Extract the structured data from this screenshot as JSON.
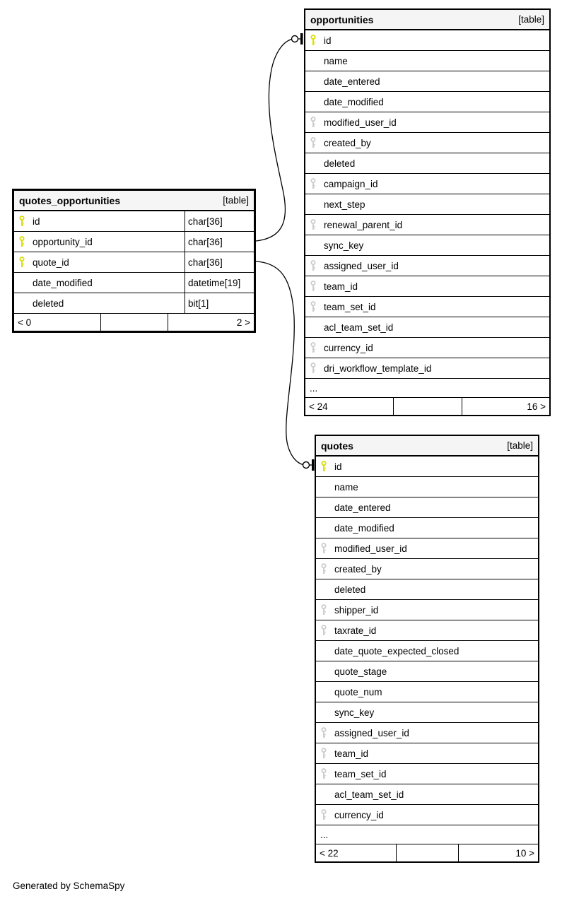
{
  "page": {
    "credit": "Generated by SchemaSpy"
  },
  "colors": {
    "pk_key": "#dcdc00",
    "fk_key": "#cccccc",
    "header_bg": "#f5f5f5",
    "border": "#000000"
  },
  "tables": [
    {
      "id": "quotes_opportunities",
      "name": "quotes_opportunities",
      "tag": "[table]",
      "show_types": true,
      "columns": [
        {
          "name": "id",
          "type": "char[36]",
          "key": "pk"
        },
        {
          "name": "opportunity_id",
          "type": "char[36]",
          "key": "pk"
        },
        {
          "name": "quote_id",
          "type": "char[36]",
          "key": "pk"
        },
        {
          "name": "date_modified",
          "type": "datetime[19]",
          "key": ""
        },
        {
          "name": "deleted",
          "type": "bit[1]",
          "key": ""
        }
      ],
      "ellipsis": "",
      "footer": {
        "left": "< 0",
        "right": "2 >"
      }
    },
    {
      "id": "opportunities",
      "name": "opportunities",
      "tag": "[table]",
      "show_types": false,
      "columns": [
        {
          "name": "id",
          "key": "pk"
        },
        {
          "name": "name",
          "key": ""
        },
        {
          "name": "date_entered",
          "key": ""
        },
        {
          "name": "date_modified",
          "key": ""
        },
        {
          "name": "modified_user_id",
          "key": "fk"
        },
        {
          "name": "created_by",
          "key": "fk"
        },
        {
          "name": "deleted",
          "key": ""
        },
        {
          "name": "campaign_id",
          "key": "fk"
        },
        {
          "name": "next_step",
          "key": ""
        },
        {
          "name": "renewal_parent_id",
          "key": "fk"
        },
        {
          "name": "sync_key",
          "key": ""
        },
        {
          "name": "assigned_user_id",
          "key": "fk"
        },
        {
          "name": "team_id",
          "key": "fk"
        },
        {
          "name": "team_set_id",
          "key": "fk"
        },
        {
          "name": "acl_team_set_id",
          "key": ""
        },
        {
          "name": "currency_id",
          "key": "fk"
        },
        {
          "name": "dri_workflow_template_id",
          "key": "fk"
        }
      ],
      "ellipsis": "...",
      "footer": {
        "left": "< 24",
        "right": "16 >"
      }
    },
    {
      "id": "quotes",
      "name": "quotes",
      "tag": "[table]",
      "show_types": false,
      "columns": [
        {
          "name": "id",
          "key": "pk"
        },
        {
          "name": "name",
          "key": ""
        },
        {
          "name": "date_entered",
          "key": ""
        },
        {
          "name": "date_modified",
          "key": ""
        },
        {
          "name": "modified_user_id",
          "key": "fk"
        },
        {
          "name": "created_by",
          "key": "fk"
        },
        {
          "name": "deleted",
          "key": ""
        },
        {
          "name": "shipper_id",
          "key": "fk"
        },
        {
          "name": "taxrate_id",
          "key": "fk"
        },
        {
          "name": "date_quote_expected_closed",
          "key": ""
        },
        {
          "name": "quote_stage",
          "key": ""
        },
        {
          "name": "quote_num",
          "key": ""
        },
        {
          "name": "sync_key",
          "key": ""
        },
        {
          "name": "assigned_user_id",
          "key": "fk"
        },
        {
          "name": "team_id",
          "key": "fk"
        },
        {
          "name": "team_set_id",
          "key": "fk"
        },
        {
          "name": "acl_team_set_id",
          "key": ""
        },
        {
          "name": "currency_id",
          "key": "fk"
        }
      ],
      "ellipsis": "...",
      "footer": {
        "left": "< 22",
        "right": "10 >"
      }
    }
  ]
}
